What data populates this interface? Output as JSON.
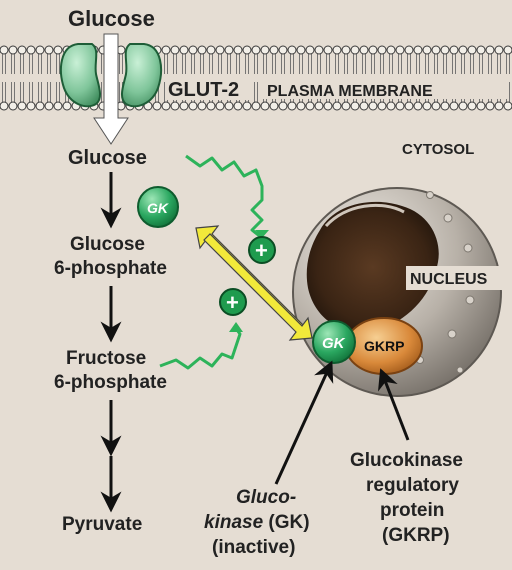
{
  "labels": {
    "glucose_outside": "Glucose",
    "transporter": "GLUT-2",
    "membrane": "PLASMA MEMBRANE",
    "glucose_inside": "Glucose",
    "cytosol": "CYTOSOL",
    "g6p_line1": "Glucose",
    "g6p_line2": "6-phosphate",
    "f6p_line1": "Fructose",
    "f6p_line2": "6-phosphate",
    "pyruvate": "Pyruvate",
    "nucleus": "NUCLEUS",
    "gk_badge": "GK",
    "gk_badge_bound": "GK",
    "gkrp_badge": "GKRP",
    "plus_1": "+",
    "plus_2": "+",
    "gk_caption": {
      "line1": "Gluco-",
      "line2_italic": "kinase",
      "line2_rest": " (GK)",
      "line3": "(inactive)"
    },
    "gkrp_caption": {
      "line1": "Glucokinase",
      "line2": "regulatory",
      "line3": "protein",
      "line4": "(GKRP)"
    }
  },
  "colors": {
    "background": "#e5ddd3",
    "membrane_heads": "#f2efe8",
    "transporter_green": "#7fc59a",
    "gk_green": "#2aa760",
    "plus_green": "#1f9b4e",
    "signal_green": "#2db35a",
    "translocation_yellow": "#f2e93a",
    "gkrp_orange": "#d9893a",
    "nucleus_gray": "#a9a39b"
  },
  "icons": [
    "glut2-transporter-icon",
    "gk-enzyme-icon",
    "gkrp-protein-icon",
    "nucleus-icon",
    "plus-icon"
  ]
}
